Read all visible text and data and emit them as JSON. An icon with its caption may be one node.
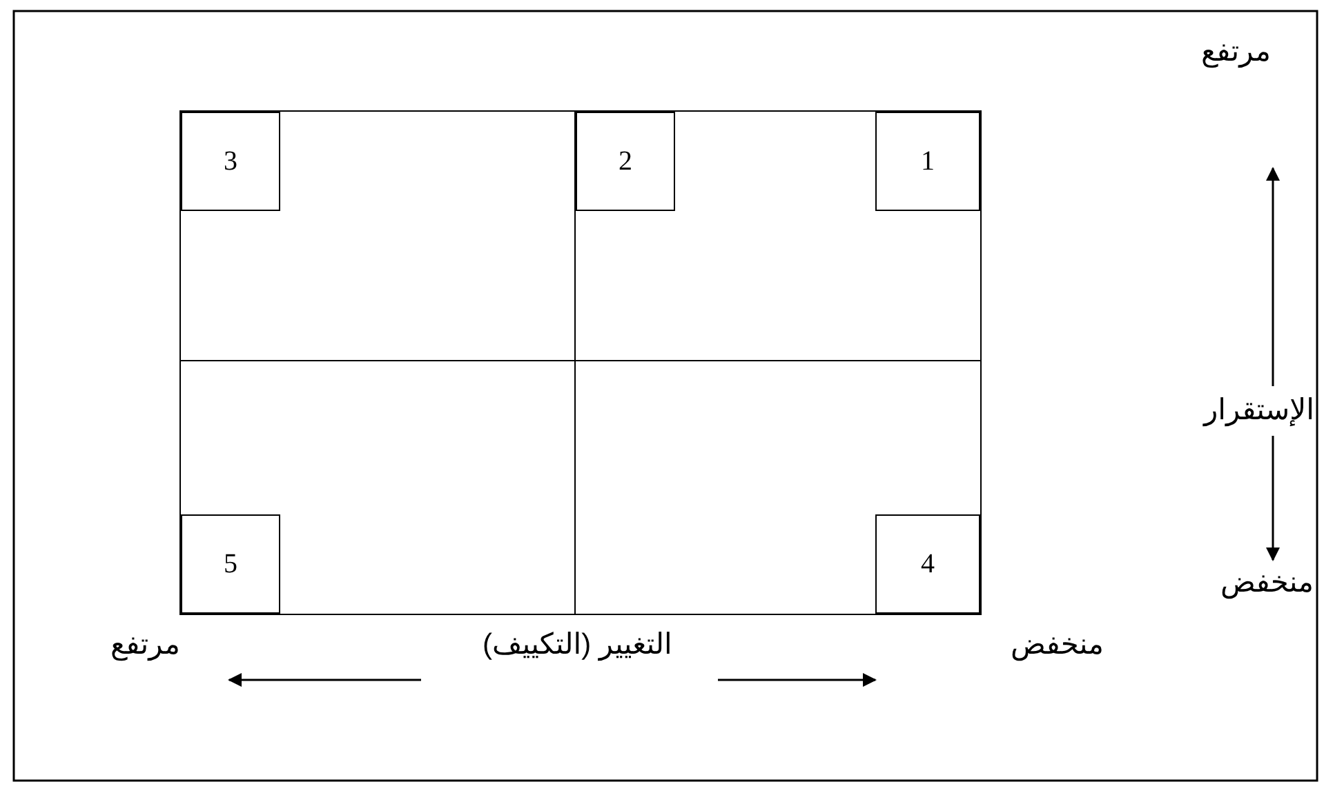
{
  "diagram": {
    "nodes": [
      {
        "text": [],
        "shape": "box"
      },
      {
        "text": [],
        "shape": "box"
      },
      {
        "text": [],
        "shape": "box"
      },
      {
        "text": [],
        "shape": "box"
      },
      {
        "text": [
          "3"
        ],
        "in": 0
      },
      {
        "text": [
          "2"
        ],
        "in": 1
      },
      {
        "text": [
          "1"
        ],
        "in": 1
      },
      {
        "text": [
          "5"
        ],
        "in": 2
      },
      {
        "text": [
          "4"
        ],
        "in": 3
      }
    ],
    "labels": [
      "مرتفع",
      "الإستقرار",
      "منخفض",
      "منخفض",
      "التغيير (التكييف)",
      "مرتفع"
    ]
  }
}
